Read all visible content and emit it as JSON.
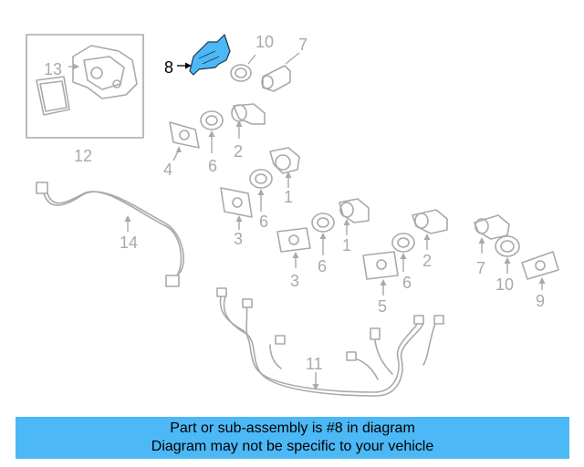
{
  "labels": {
    "n1a": "1",
    "n1b": "1",
    "n2a": "2",
    "n2b": "2",
    "n3a": "3",
    "n3b": "3",
    "n4": "4",
    "n5": "5",
    "n6a": "6",
    "n6b": "6",
    "n6c": "6",
    "n6d": "6",
    "n7a": "7",
    "n7b": "7",
    "n8": "8",
    "n9": "9",
    "n10a": "10",
    "n10b": "10",
    "n11": "11",
    "n12": "12",
    "n13": "13",
    "n14": "14"
  },
  "banner": {
    "line1": "Part or sub-assembly is #8 in diagram",
    "line2": "Diagram may not be specific to your vehicle"
  },
  "colors": {
    "highlight": "#4cb8f5",
    "part_stroke": "#a9a9a9"
  }
}
